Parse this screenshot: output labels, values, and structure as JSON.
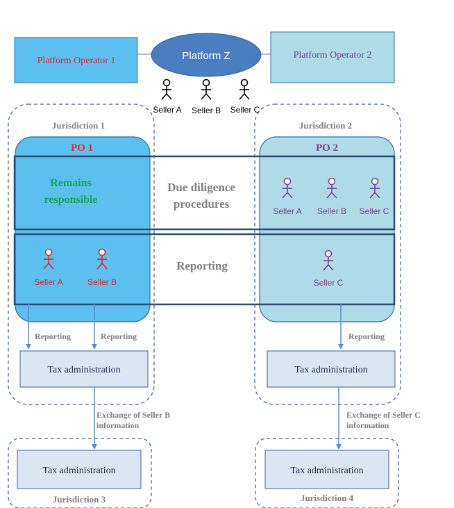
{
  "top": {
    "operator_1": "Platform Operator 1",
    "platform": "Platform Z",
    "operator_2": "Platform Operator 2",
    "sellers": [
      "Seller A",
      "Seller B",
      "Seller C"
    ]
  },
  "jurisdictions": {
    "j1": "Jurisdiction 1",
    "j2": "Jurisdiction 2",
    "j3": "Jurisdiction 3",
    "j4": "Jurisdiction 4"
  },
  "po1": {
    "title": "PO 1",
    "responsible_line1": "Remains",
    "responsible_line2": "responsible",
    "sellers": [
      "Seller A",
      "Seller B"
    ]
  },
  "po2": {
    "title": "PO 2",
    "dd_sellers": [
      "Seller A",
      "Seller B",
      "Seller C"
    ],
    "reporting_seller": "Seller C"
  },
  "bands": {
    "due_diligence_line1": "Due diligence",
    "due_diligence_line2": "procedures",
    "reporting": "Reporting"
  },
  "flows": {
    "reporting_label": "Reporting",
    "tax_admin": "Tax administration",
    "exchange_b_line1": "Exchange of Seller B",
    "exchange_b_line2": "information",
    "exchange_c_line1": "Exchange of Seller C",
    "exchange_c_line2": "information"
  },
  "colors": {
    "po1_fill": "#5BC0F0",
    "po2_fill": "#ADDBE7",
    "platform_fill": "#4A7EC0",
    "operator1_text": "#E8262A",
    "operator2_text": "#7F3F98",
    "responsible_text": "#17A84B",
    "gray_text": "#7F7F7F",
    "band_border": "#2F4A70",
    "tax_fill": "#DCE6F2",
    "arrow": "#5B8EC6"
  }
}
